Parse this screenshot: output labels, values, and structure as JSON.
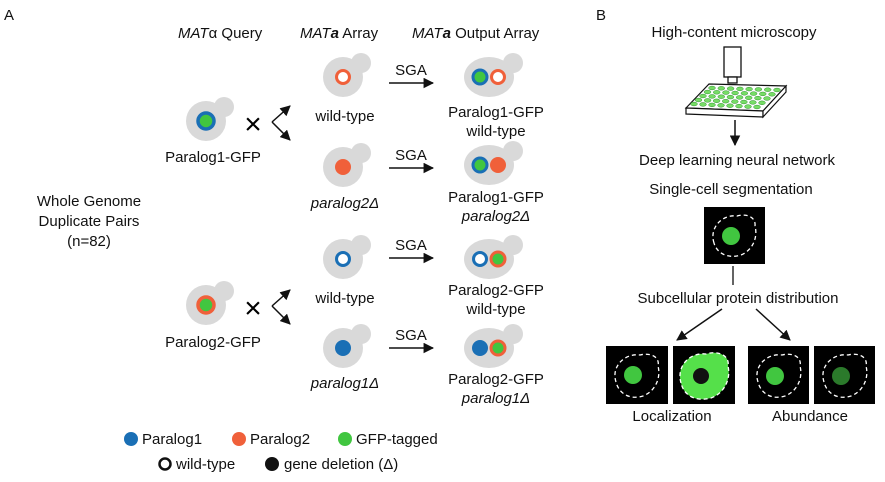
{
  "panel_a": {
    "letter": "A",
    "col_query_prefix": "MAT",
    "col_query_suffix": "α Query",
    "col_array_prefix": "MAT",
    "col_array_sub": "a",
    "col_array_suffix": " Array",
    "col_output_prefix": "MAT",
    "col_output_sub": "a",
    "col_output_suffix": " Output Array",
    "side_line1": "Whole Genome",
    "side_line2": "Duplicate Pairs",
    "side_line3": "(n=82)",
    "query1_label": "Paralog1-GFP",
    "query2_label": "Paralog2-GFP",
    "array_wt1": "wild-type",
    "array_del2": "paralog2Δ",
    "array_wt2": "wild-type",
    "array_del1": "paralog1Δ",
    "sga": "SGA",
    "out1_line1": "Paralog1-GFP",
    "out1_line2": "wild-type",
    "out2_line1": "Paralog1-GFP",
    "out2_line2": "paralog2Δ",
    "out3_line1": "Paralog2-GFP",
    "out3_line2": "wild-type",
    "out4_line1": "Paralog2-GFP",
    "out4_line2": "paralog1Δ",
    "cross_symbol": "×"
  },
  "legend": {
    "paralog1": "Paralog1",
    "paralog2": "Paralog2",
    "gfp_tagged": "GFP-tagged",
    "wild_type": "wild-type",
    "gene_deletion": "gene deletion (Δ)"
  },
  "panel_b": {
    "letter": "B",
    "step1": "High-content microscopy",
    "step2": "Deep learning neural network",
    "step3": "Single-cell segmentation",
    "step4": "Subcellular protein distribution",
    "group1": "Localization",
    "group2": "Abundance"
  },
  "colors": {
    "paralog1_blue": "#1a6fb5",
    "paralog2_orange": "#f0603a",
    "gfp_green": "#41c640",
    "cell_gray": "#d9d9d9",
    "micro_black": "#000000",
    "plate_green": "#77dd66"
  }
}
